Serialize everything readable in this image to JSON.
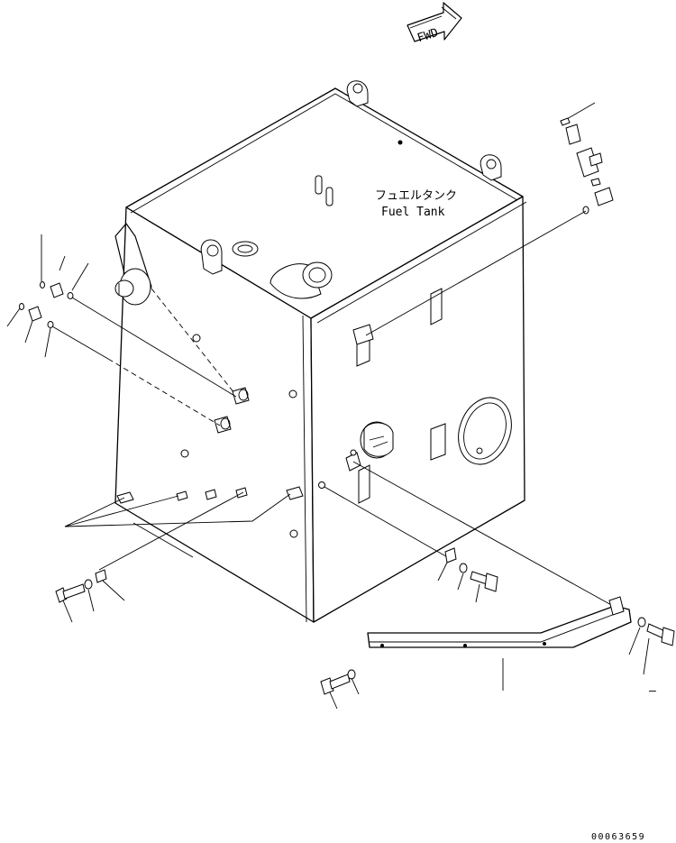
{
  "direction_arrow": {
    "label": "FWD"
  },
  "tank_label": {
    "japanese": "フュエルタンク",
    "english": "Fuel Tank"
  },
  "drawing_number": "00063659",
  "marks": {
    "dash": "–"
  }
}
